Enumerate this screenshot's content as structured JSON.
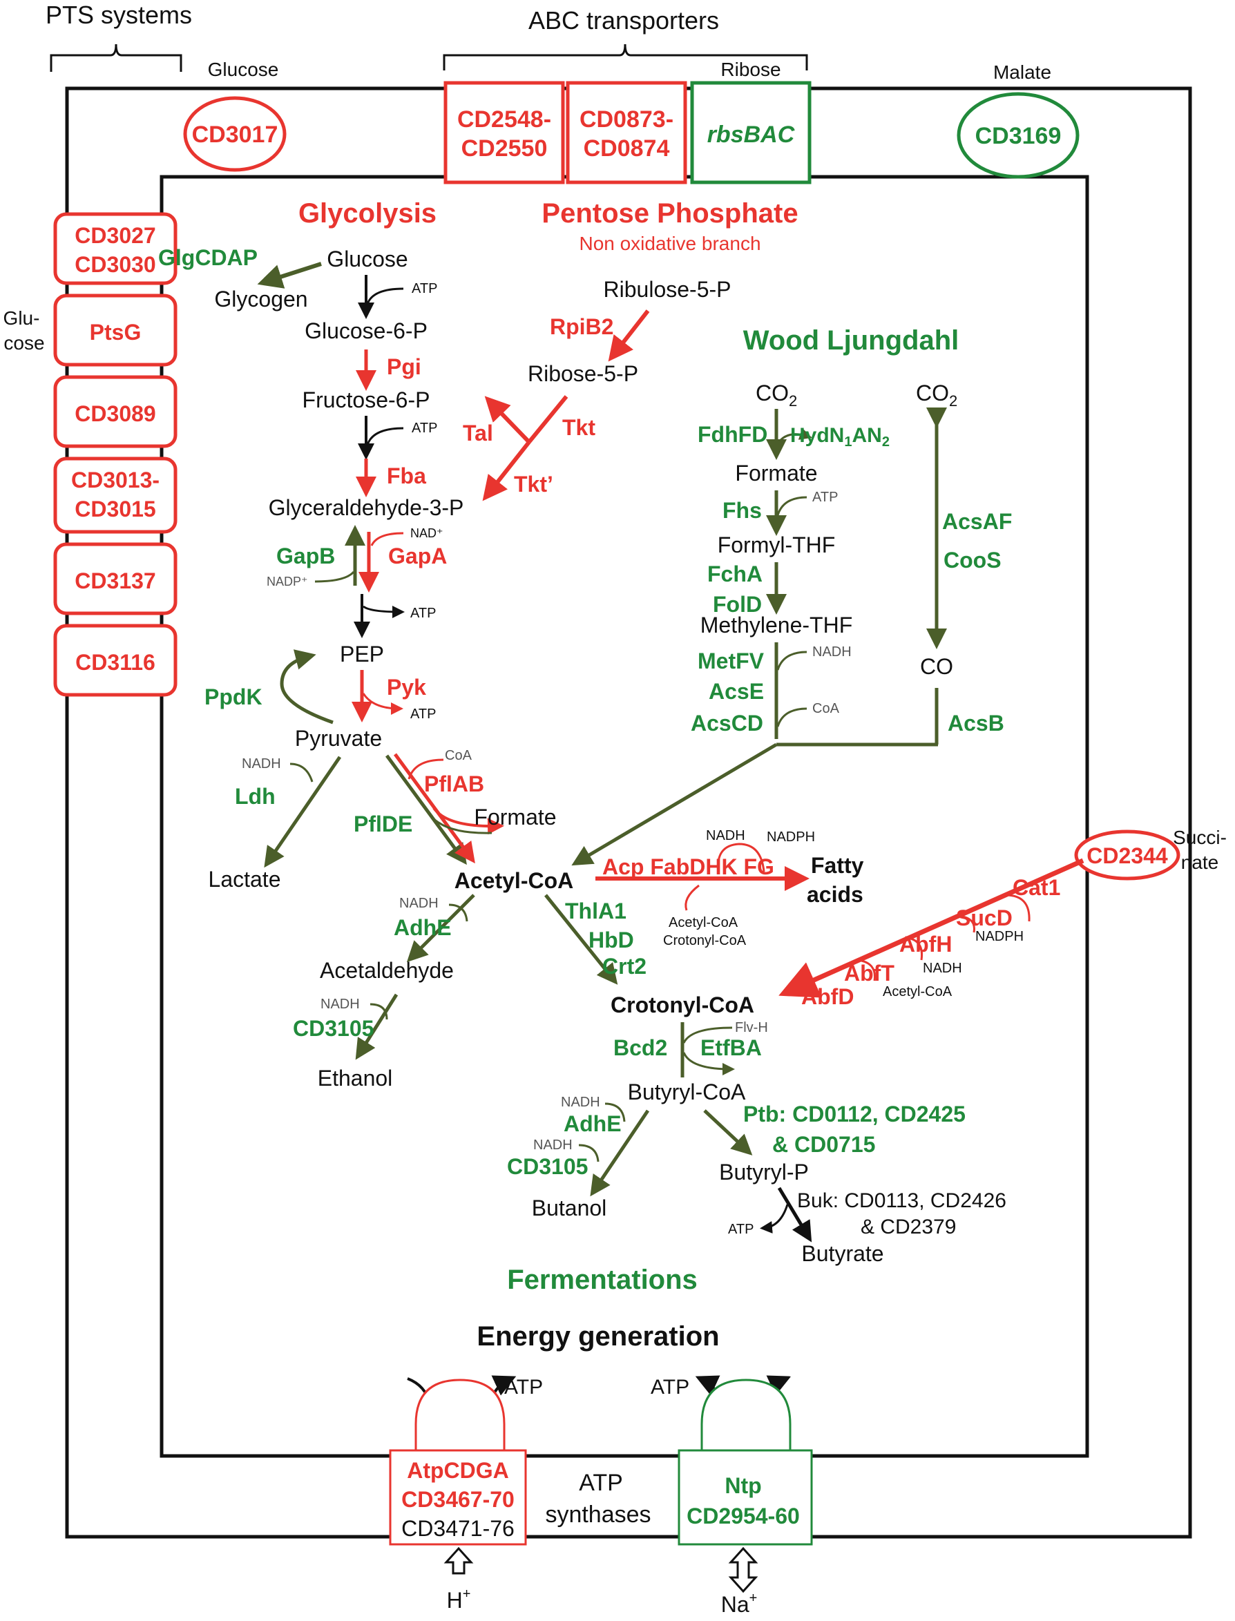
{
  "colors": {
    "red": "#e8352f",
    "green": "#218a3b",
    "olive": "#4b5e2a",
    "black": "#111111",
    "grey": "#555555"
  },
  "header": {
    "pts_systems": "PTS systems",
    "abc_transporters": "ABC transporters",
    "glucose": "Glucose",
    "ribose": "Ribose",
    "malate": "Malate",
    "glu": "Glu-",
    "cose": "cose",
    "succi": "Succi-",
    "nate": "nate"
  },
  "transporters": {
    "cd3017": "CD3017",
    "cd2548_a": "CD2548-",
    "cd2548_b": "CD2550",
    "cd0873_a": "CD0873-",
    "cd0873_b": "CD0874",
    "rbsbac": "rbsBAC",
    "cd3169": "CD3169",
    "cd2344": "CD2344"
  },
  "pts": {
    "box1_a": "CD3027",
    "box1_b": "CD3030",
    "box2": "PtsG",
    "box3": "CD3089",
    "box4_a": "CD3013-",
    "box4_b": "CD3015",
    "box5": "CD3137",
    "box6": "CD3116"
  },
  "titles": {
    "glycolysis": "Glycolysis",
    "pentose": "Pentose Phosphate",
    "pentose_sub": "Non oxidative branch",
    "wood": "Wood Ljungdahl",
    "fermentations": "Fermentations",
    "energy": "Energy generation"
  },
  "glycolysis": {
    "glgcdap": "GlgCDAP",
    "glucose": "Glucose",
    "glycogen": "Glycogen",
    "g6p": "Glucose-6-P",
    "pgi": "Pgi",
    "f6p": "Fructose-6-P",
    "fba": "Fba",
    "gap": "Glyceraldehyde-3-P",
    "gapb": "GapB",
    "gapa": "GapA",
    "nad": "NAD⁺",
    "nadp": "NADP⁺",
    "pep": "PEP",
    "ppdk": "PpdK",
    "pyk": "Pyk",
    "pyruvate": "Pyruvate",
    "atp": "ATP"
  },
  "pentose": {
    "ru5p": "Ribulose-5-P",
    "rpib2": "RpiB2",
    "r5p": "Ribose-5-P",
    "tal": "Tal",
    "tkt": "Tkt",
    "tkt2": "Tkt’"
  },
  "wood": {
    "co2": "CO",
    "sub2": "2",
    "fdhfd": "FdhFD",
    "hyd_a": "HydN",
    "hyd_s1": "1",
    "hyd_b": "AN",
    "hyd_s2": "2",
    "formate": "Formate",
    "fhs": "Fhs",
    "formyl": "Formyl-THF",
    "fcha": "FchA",
    "fold": "FolD",
    "methylene": "Methylene-THF",
    "metfv": "MetFV",
    "acse": "AcsE",
    "acscd": "AcsCD",
    "nadh": "NADH",
    "coa": "CoA",
    "acsaf": "AcsAF",
    "coos": "CooS",
    "co": "CO",
    "acsb": "AcsB"
  },
  "pyruvate_branch": {
    "ldh": "Ldh",
    "nadh": "NADH",
    "lactate": "Lactate",
    "pflab": "PflAB",
    "pflde": "PflDE",
    "coa": "CoA",
    "formate": "Formate"
  },
  "acetyl": {
    "acetylcoa": "Acetyl-CoA",
    "acp": "Acp FabDHK FG",
    "nadh": "NADH",
    "nadph": "NADPH",
    "fatty1": "Fatty",
    "fatty2": "acids",
    "cofactor1": "Acetyl-CoA",
    "cofactor2": "Crotonyl-CoA",
    "adhe": "AdhE",
    "acetaldehyde": "Acetaldehyde",
    "cd3105": "CD3105",
    "ethanol": "Ethanol",
    "thla1": "ThlA1",
    "hbd": "HbD",
    "crt2": "Crt2"
  },
  "succinate": {
    "cat1": "Cat1",
    "sucd": "SucD",
    "nadph": "NADPH",
    "abfh": "AbfH",
    "nadh": "NADH",
    "abft": "AbfT",
    "abfd": "AbfD",
    "acetylcoa": "Acetyl-CoA"
  },
  "butyrate": {
    "crotonyl": "Crotonyl-CoA",
    "bcd2": "Bcd2",
    "etfba": "EtfBA",
    "flvh": "Flv-H",
    "butyryl": "Butyryl-CoA",
    "nadh": "NADH",
    "adhe": "AdhE",
    "cd3105": "CD3105",
    "butanol": "Butanol",
    "ptb1": "Ptb: CD0112,  CD2425",
    "ptb2": "& CD0715",
    "butyrylp": "Butyryl-P",
    "buk1": "Buk: CD0113, CD2426",
    "buk2": "& CD2379",
    "atp": "ATP",
    "butyrate": "Butyrate"
  },
  "energy": {
    "atp": "ATP",
    "atp_synth": "ATP",
    "synthases": "synthases",
    "atpcdga": "AtpCDGA",
    "cd3467": "CD3467-70",
    "cd3471": "CD3471-76",
    "ntp": "Ntp",
    "cd2954": "CD2954-60",
    "h": "H",
    "na": "Na",
    "plus": "+"
  }
}
